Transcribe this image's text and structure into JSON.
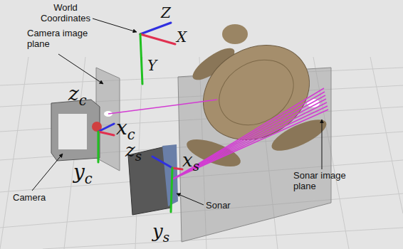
{
  "diagram": {
    "labels": [
      "World Coordinates",
      "Z",
      "X",
      "Y",
      "Camera image plane",
      "zc",
      "xc",
      "yc",
      "Camera",
      "zs",
      "xs",
      "ys",
      "Sonar",
      "Sonar image plane"
    ]
  }
}
